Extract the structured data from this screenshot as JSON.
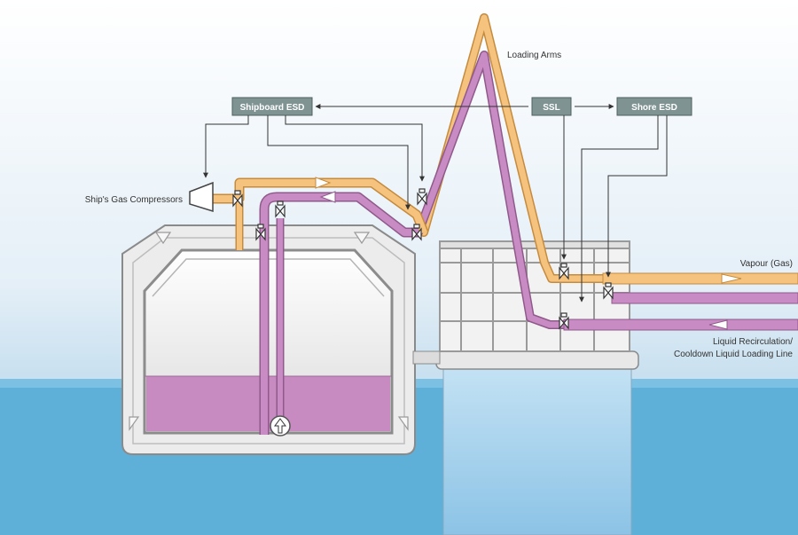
{
  "labels": {
    "shipboard_esd": "Shipboard ESD",
    "ssl": "SSL",
    "shore_esd": "Shore ESD",
    "loading_arms": "Loading Arms",
    "ships_gas_compressors": "Ship's Gas Compressors",
    "vapour": "Vapour (Gas)",
    "liquid_line_1": "Liquid Recirculation/",
    "liquid_line_2": "Cooldown Liquid Loading Line"
  },
  "colors": {
    "sky": "#c7dfef",
    "water": "#5fb0d9",
    "quay_water": "#a9d3ee",
    "vapour_pipe": "#f5c37e",
    "liquid_pipe": "#c98bc3",
    "lng_cargo": "#c78bc1",
    "control_box": "#7f9393",
    "hull": "#ececec",
    "hull_stroke": "#8a8a8a"
  },
  "icons": {
    "pump": "up-arrow-pump-icon",
    "valve": "butterfly-valve-icon"
  }
}
